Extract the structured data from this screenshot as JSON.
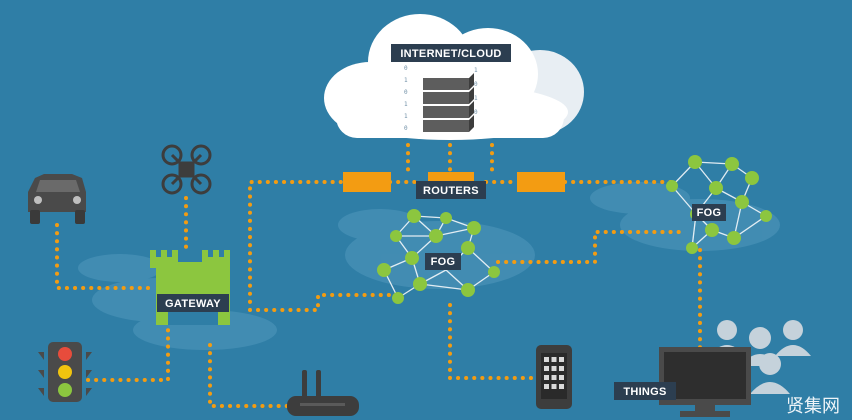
{
  "labels": {
    "cloud": "INTERNET/CLOUD",
    "routers": "ROUTERS",
    "fog_center": "FOG",
    "fog_right": "FOG",
    "gateway": "GATEWAY",
    "things": "THINGS"
  },
  "watermark": "贤集网",
  "colors": {
    "background": "#2f7ea6",
    "connector": "#f39c12",
    "fog_node": "#8cc63f",
    "label_bg": "#2c3e50",
    "device": "#4a4a4a",
    "cloud": "#ffffff"
  },
  "icons": [
    "cloud-icon",
    "server-stack-icon",
    "router-icon",
    "car-icon",
    "drone-icon",
    "castle-gateway-icon",
    "traffic-light-icon",
    "wifi-router-icon",
    "smartphone-icon",
    "monitor-icon",
    "people-icon"
  ]
}
